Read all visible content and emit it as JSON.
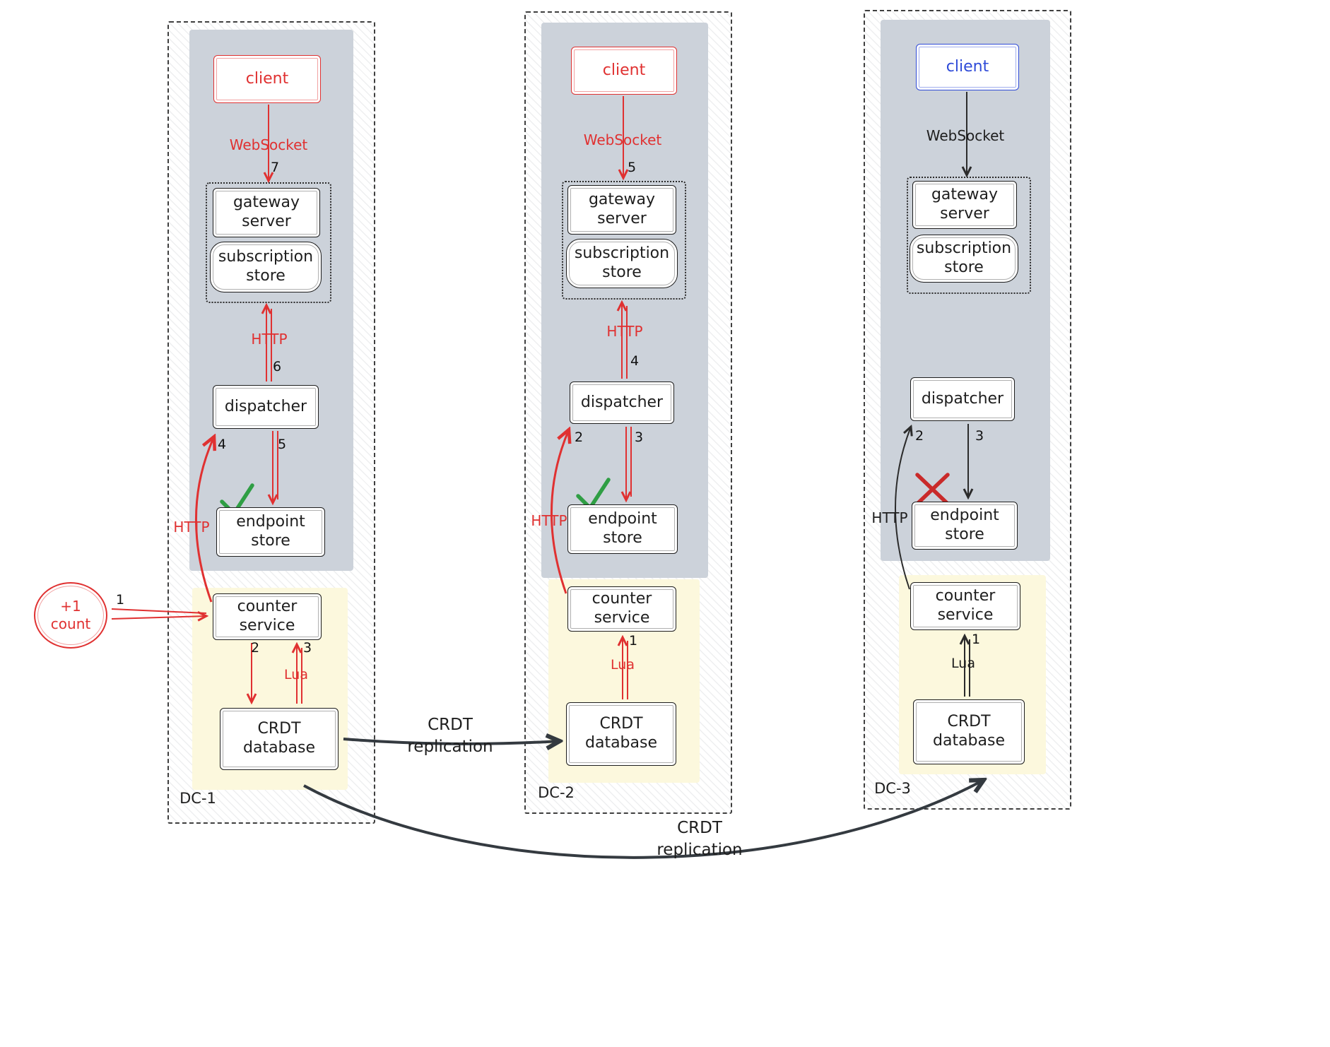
{
  "colors": {
    "red_accent": "#e03131",
    "blue_client": "#2f4bd8",
    "green_check": "#2f9e44",
    "dark_arrow": "#343a40",
    "panel_gray": "#ccd2da",
    "panel_yellow": "#fcf8dd"
  },
  "increment": {
    "text": "+1 count",
    "step": "1"
  },
  "dc1": {
    "label": "DC-1",
    "client": "client",
    "websocket": "WebSocket",
    "websocket_step": "7",
    "gateway_server": "gateway server",
    "subscription_store": "subscription store",
    "http_up": "HTTP",
    "http_up_step": "6",
    "dispatcher": "dispatcher",
    "dispatcher_in_step": "4",
    "dispatcher_out_step": "5",
    "endpoint_store": "endpoint store",
    "http_side": "HTTP",
    "counter_service": "counter service",
    "db_write_step": "2",
    "db_notify_step": "3",
    "lua": "Lua",
    "crdt_database": "CRDT database"
  },
  "dc2": {
    "label": "DC-2",
    "client": "client",
    "websocket": "WebSocket",
    "websocket_step": "5",
    "gateway_server": "gateway server",
    "subscription_store": "subscription store",
    "http_up": "HTTP",
    "http_up_step": "4",
    "dispatcher": "dispatcher",
    "dispatcher_in_step": "2",
    "dispatcher_out_step": "3",
    "endpoint_store": "endpoint store",
    "http_side": "HTTP",
    "counter_service": "counter service",
    "db_notify_step": "1",
    "lua": "Lua",
    "crdt_database": "CRDT database"
  },
  "dc3": {
    "label": "DC-3",
    "client": "client",
    "websocket": "WebSocket",
    "gateway_server": "gateway server",
    "subscription_store": "subscription store",
    "dispatcher": "dispatcher",
    "dispatcher_in_step": "2",
    "dispatcher_out_step": "3",
    "endpoint_store": "endpoint store",
    "http_side": "HTTP",
    "counter_service": "counter service",
    "db_notify_step": "1",
    "lua": "Lua",
    "crdt_database": "CRDT database"
  },
  "replication": {
    "dc1_dc2": "CRDT replication",
    "dc1_dc3": "CRDT replication"
  }
}
